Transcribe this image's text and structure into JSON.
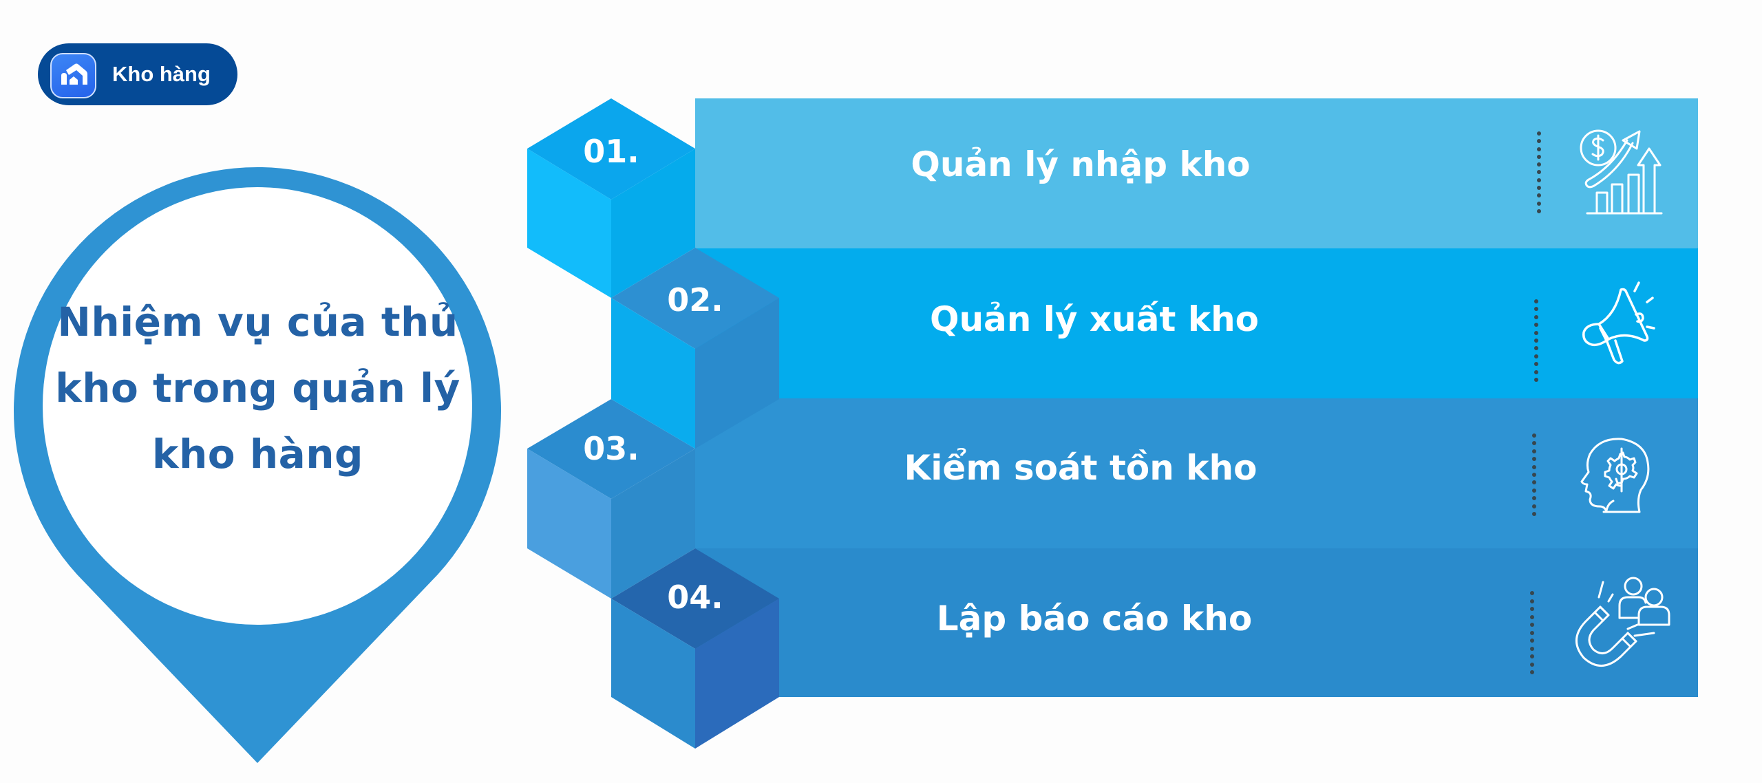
{
  "badge": {
    "label": "Kho hàng",
    "icon": "home-icon",
    "background": "#054a96"
  },
  "pin": {
    "title": "Nhiệm vụ của thủ kho trong quản lý kho hàng",
    "title_lines": [
      "Nhiệm vụ của thủ",
      "kho trong quản lý",
      "kho hàng"
    ],
    "ring_color": "#2f93d3",
    "text_color": "#2462a6"
  },
  "steps": [
    {
      "number": "01.",
      "title": "Quản lý nhập kho",
      "icon": "revenue-growth-chart-icon",
      "bar_color": "#52bde8",
      "cube_colors": {
        "top": "#0ba6ed",
        "left": "#12bcfb",
        "right": "#05abec"
      }
    },
    {
      "number": "02.",
      "title": "Quản lý xuất kho",
      "icon": "megaphone-icon",
      "bar_color": "#03aced",
      "cube_colors": {
        "top": "#2d90d2",
        "left": "#0aacee",
        "right": "#2a8bcd"
      }
    },
    {
      "number": "03.",
      "title": "Kiểm soát tồn kho",
      "icon": "head-gear-brain-icon",
      "bar_color": "#2e93d3",
      "cube_colors": {
        "top": "#2b8ccf",
        "left": "#4a9fdf",
        "right": "#2d8bcb"
      }
    },
    {
      "number": "04.",
      "title": "Lập báo cáo kho",
      "icon": "magnet-people-icon",
      "bar_color": "#2a8bcc",
      "cube_colors": {
        "top": "#2466ad",
        "left": "#2b8bcd",
        "right": "#2b6bbb"
      }
    }
  ]
}
